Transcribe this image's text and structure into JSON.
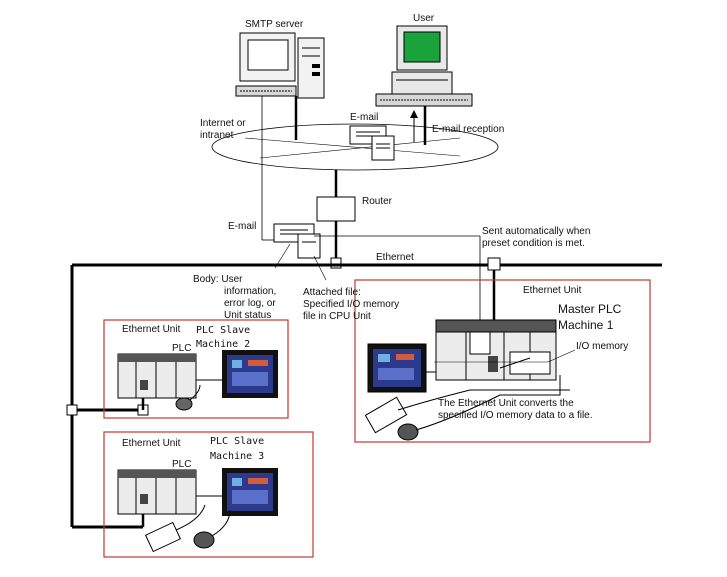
{
  "labels": {
    "smtp_server": "SMTP server",
    "user": "User",
    "internet_or": "Internet or",
    "intranet": "intranet",
    "email_top": "E-mail",
    "email_reception": "E-mail reception",
    "router": "Router",
    "email_left": "E-mail",
    "sent_auto_1": "Sent automatically when",
    "sent_auto_2": "preset condition is met.",
    "ethernet": "Ethernet",
    "body_1": "Body: User",
    "body_2": "information,",
    "body_3": "error log, or",
    "body_4": "Unit status",
    "attached_1": "Attached file:",
    "attached_2": "Specified I/O memory",
    "attached_3": "file in CPU Unit",
    "ethernet_unit_master": "Ethernet Unit",
    "master_plc_1": "Master PLC",
    "master_plc_2": "Machine 1",
    "io_memory": "I/O memory",
    "converts_1": "The Ethernet Unit converts the",
    "converts_2": "specified I/O memory data to a file.",
    "slave2_ethernet_unit": "Ethernet Unit",
    "slave2_title_1": "PLC Slave",
    "slave2_title_2": "Machine 2",
    "slave2_plc": "PLC",
    "slave3_ethernet_unit": "Ethernet Unit",
    "slave3_title_1": "PLC Slave",
    "slave3_title_2": "Machine 3",
    "slave3_plc": "PLC"
  },
  "colors": {
    "box_border": "#c0392b",
    "line": "#000000",
    "screen_green": "#1aa33a",
    "hmi_blue": "#2b3a8c"
  },
  "icons": [
    "smtp-server-icon",
    "user-computer-icon",
    "router-icon",
    "email-document-icon",
    "plc-rack-icon",
    "hmi-screen-icon",
    "sensor-icon"
  ]
}
